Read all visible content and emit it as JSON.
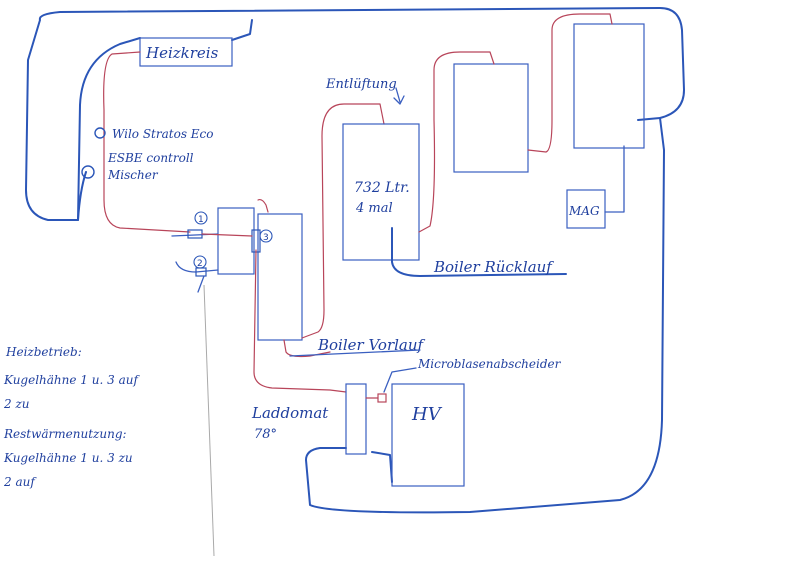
{
  "labels": {
    "heizkreis": "Heizkreis",
    "pump": "Wilo Stratos Eco",
    "mixer_line1": "ESBE controll",
    "mixer_line2": "Mischer",
    "entlueftung": "Entlüftung",
    "tank_volume": "732 Ltr.",
    "tank_count": "4 mal",
    "boiler_ruecklauf": "Boiler Rücklauf",
    "boiler_vorlauf": "Boiler Vorlauf",
    "microblasenabscheider": "Microblasenabscheider",
    "laddomat": "Laddomat",
    "laddomat_temp": "78°",
    "hv": "HV",
    "mag": "MAG",
    "valve_1": "1",
    "valve_2": "2",
    "valve_3": "3"
  },
  "notes": {
    "heizbetrieb_title": "Heizbetrieb:",
    "heizbetrieb_line1": "Kugelhähne 1 u. 3 auf",
    "heizbetrieb_line2": "2 zu",
    "restwaerme_title": "Restwärmenutzung:",
    "restwaerme_line1": "Kugelhähne 1 u. 3 zu",
    "restwaerme_line2": "2 auf"
  },
  "colors": {
    "ink_blue": "#2b56b8",
    "ink_red": "#b8455a",
    "pencil_gray": "#a9a9a9"
  }
}
